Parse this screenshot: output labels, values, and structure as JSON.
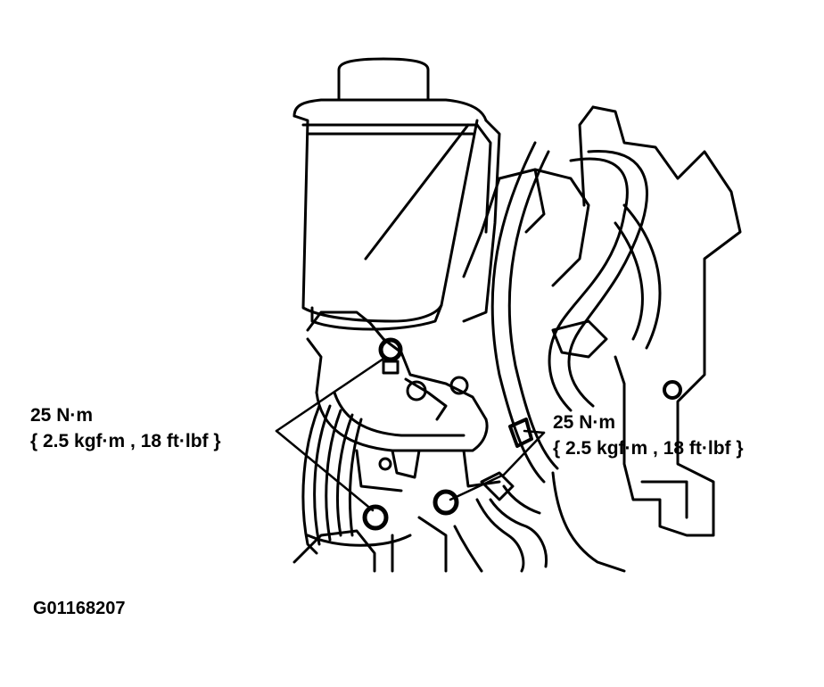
{
  "callouts": [
    {
      "torque": "25 N·m",
      "conversion": "{ 2.5 kgf·m , 18 ft·lbf }"
    },
    {
      "torque": "25 N·m",
      "conversion": "{ 2.5 kgf·m , 18 ft·lbf }"
    }
  ],
  "figure_id": "G01168207",
  "colors": {
    "ink": "#000000",
    "paper": "#ffffff"
  }
}
